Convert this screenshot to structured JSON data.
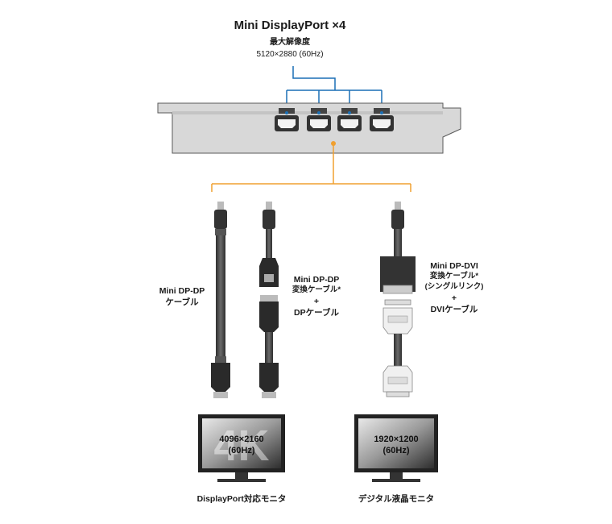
{
  "header": {
    "title": "Mini DisplayPort ×4",
    "subtitle": "最大解像度",
    "resolution": "5120×2880 (60Hz)"
  },
  "cables": {
    "cable1": {
      "line1": "Mini DP-DP",
      "line2": "ケーブル"
    },
    "cable2": {
      "line1": "Mini DP-DP",
      "line2": "変換ケーブル*",
      "line3": "+",
      "line4": "DPケーブル"
    },
    "cable3": {
      "line1": "Mini DP-DVI",
      "line2": "変換ケーブル*",
      "line3": "(シングルリンク)",
      "line4": "+",
      "line5": "DVIケーブル"
    }
  },
  "monitors": {
    "monitor1": {
      "badge": "4K",
      "res": "4096×2160",
      "rate": "(60Hz)",
      "caption": "DisplayPort対応モニタ"
    },
    "monitor2": {
      "res": "1920×1200",
      "rate": "(60Hz)",
      "caption": "デジタル液晶モニタ"
    }
  },
  "colors": {
    "blue_connector": "#1a6fb5",
    "orange_connector": "#f0a030",
    "bracket": "#d6d6d6"
  }
}
